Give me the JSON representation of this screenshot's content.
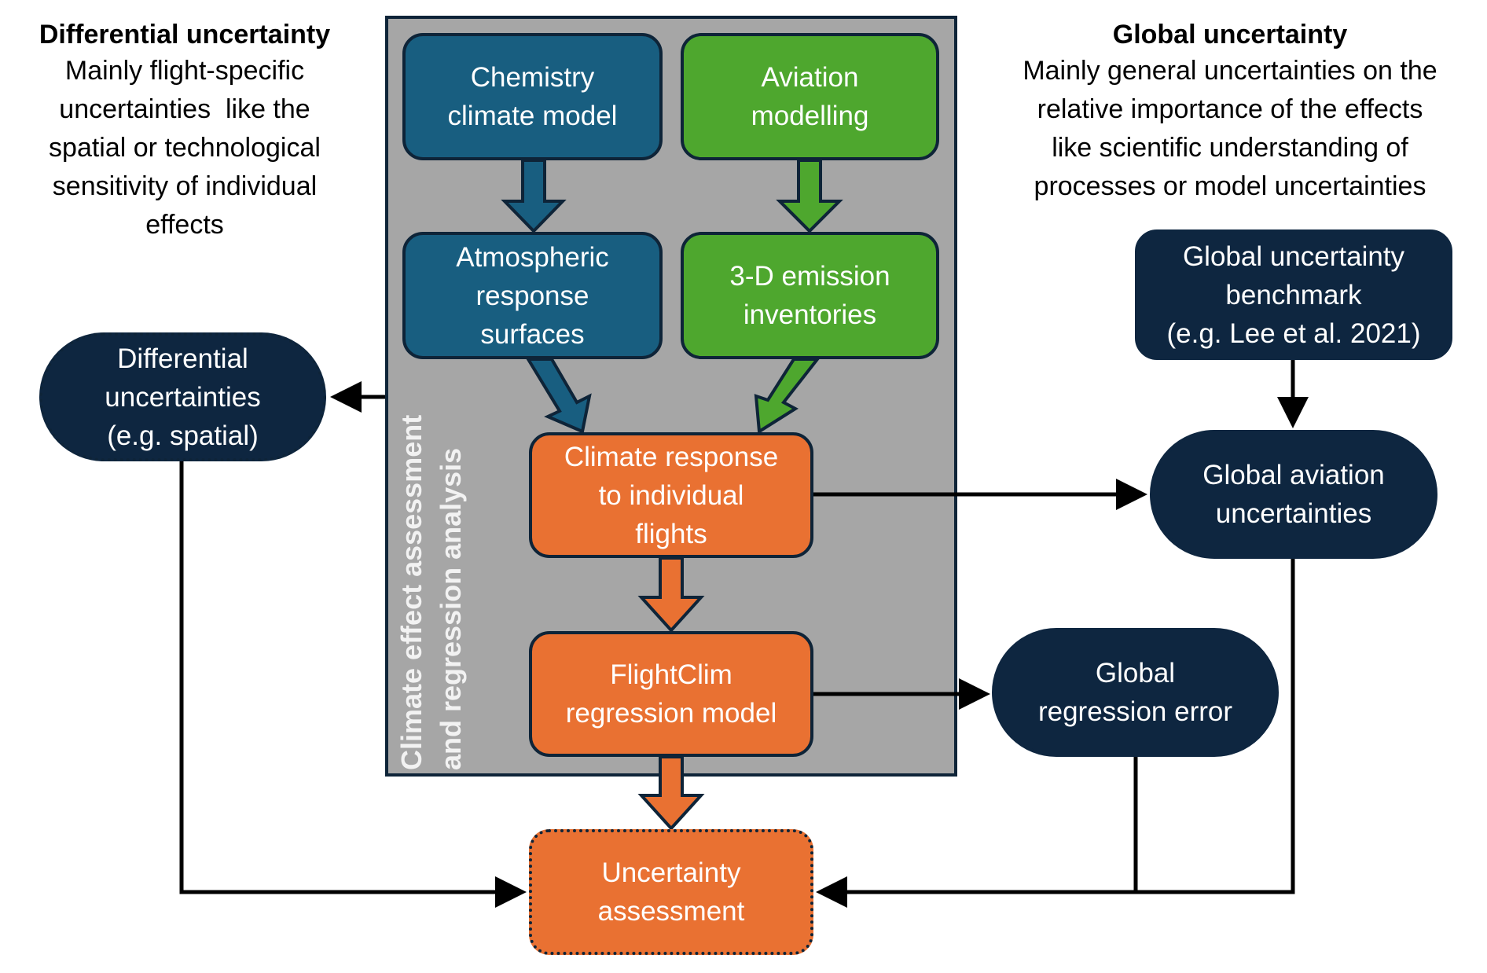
{
  "left_heading": {
    "title": "Differential uncertainty",
    "lines": [
      "Mainly flight-specific",
      "uncertainties  like the",
      "spatial or technological",
      "sensitivity of individual",
      "effects"
    ]
  },
  "right_heading": {
    "title": "Global uncertainty",
    "lines": [
      "Mainly general uncertainties on the",
      "relative importance of the effects",
      "like scientific understanding of",
      "processes or model uncertainties"
    ]
  },
  "container": {
    "label_lines": [
      "Climate effect assessment",
      "and regression analysis"
    ],
    "fill": "#a6a6a6"
  },
  "nodes": {
    "chemistry": [
      "Chemistry",
      "climate model"
    ],
    "aviation": [
      "Aviation",
      "modelling"
    ],
    "atmospheric": [
      "Atmospheric",
      "response",
      "surfaces"
    ],
    "emission": [
      "3-D emission",
      "inventories"
    ],
    "climate_response": [
      "Climate response",
      "to individual",
      "flights"
    ],
    "flightclim": [
      "FlightClim",
      "regression model"
    ],
    "uncertainty_assessment": [
      "Uncertainty",
      "assessment"
    ],
    "differential": [
      "Differential",
      "uncertainties",
      "(e.g. spatial)"
    ],
    "benchmark": [
      "Global uncertainty",
      "benchmark",
      "(e.g. Lee et al. 2021)"
    ],
    "global_aviation": [
      "Global aviation",
      "uncertainties"
    ],
    "regression_error": [
      "Global",
      "regression error"
    ]
  },
  "colors": {
    "blue": "#185e80",
    "green": "#4ea72e",
    "orange": "#e97132",
    "navy": "#0e2640",
    "gray": "#a6a6a6"
  }
}
